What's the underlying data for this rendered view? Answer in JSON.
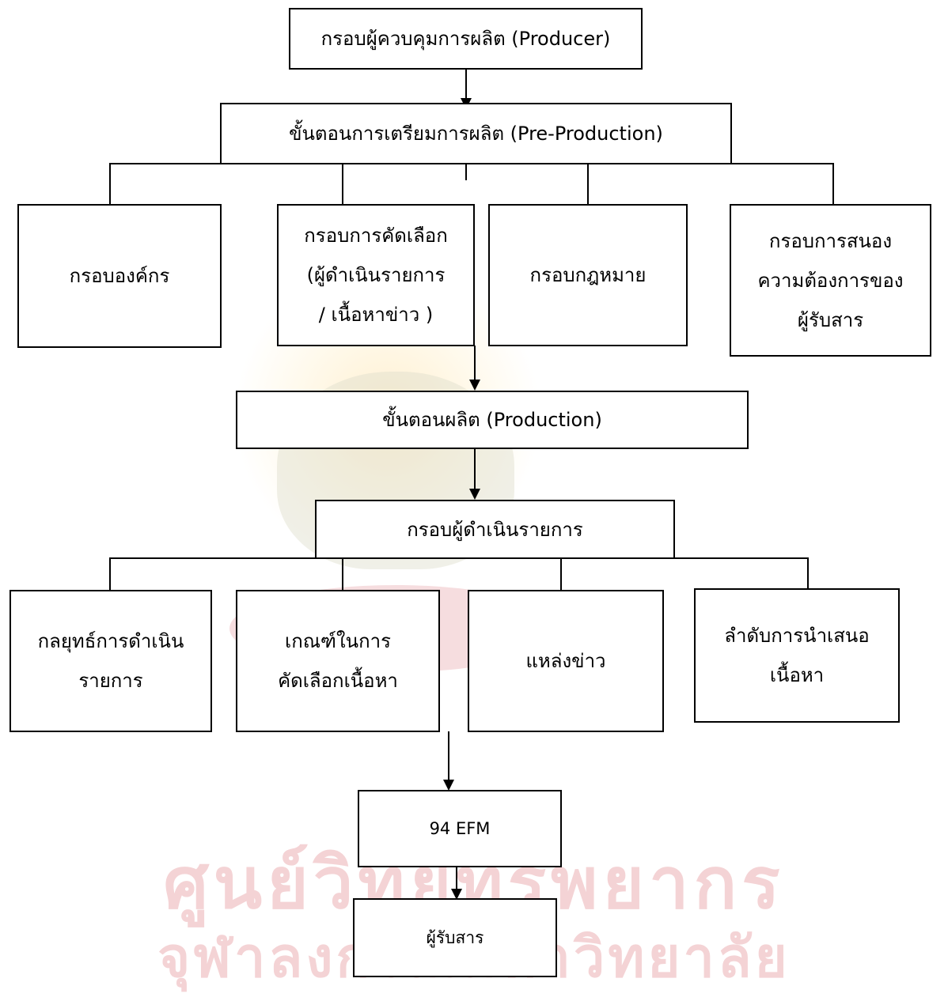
{
  "diagram": {
    "producer": "กรอบผู้ควบคุมการผลิต (Producer)",
    "pre_production": "ขั้นตอนการเตรียมการผลิต (Pre-Production)",
    "pre_children": [
      "กรอบองค์กร",
      "กรอบการคัดเลือก\n(ผู้ดำเนินรายการ\n/ เนื้อหาข่าว )",
      "กรอบกฎหมาย",
      "กรอบการสนอง\nความต้องการของ\nผู้รับสาร"
    ],
    "production": "ขั้นตอนผลิต (Production)",
    "host_frame": "กรอบผู้ดำเนินรายการ",
    "host_children": [
      "กลยุทธ์การดำเนิน\nรายการ",
      "เกณฑ์ในการ\nคัดเลือกเนื้อหา",
      "แหล่งข่าว",
      "ลำดับการนำเสนอ\nเนื้อหา"
    ],
    "station": "94 EFM",
    "audience": "ผู้รับสาร"
  },
  "watermark": {
    "line1": "ศูนย์วิทยทรัพยากร",
    "line2": "จุฬาลงกรณ์มหาวิทยาลัย"
  }
}
